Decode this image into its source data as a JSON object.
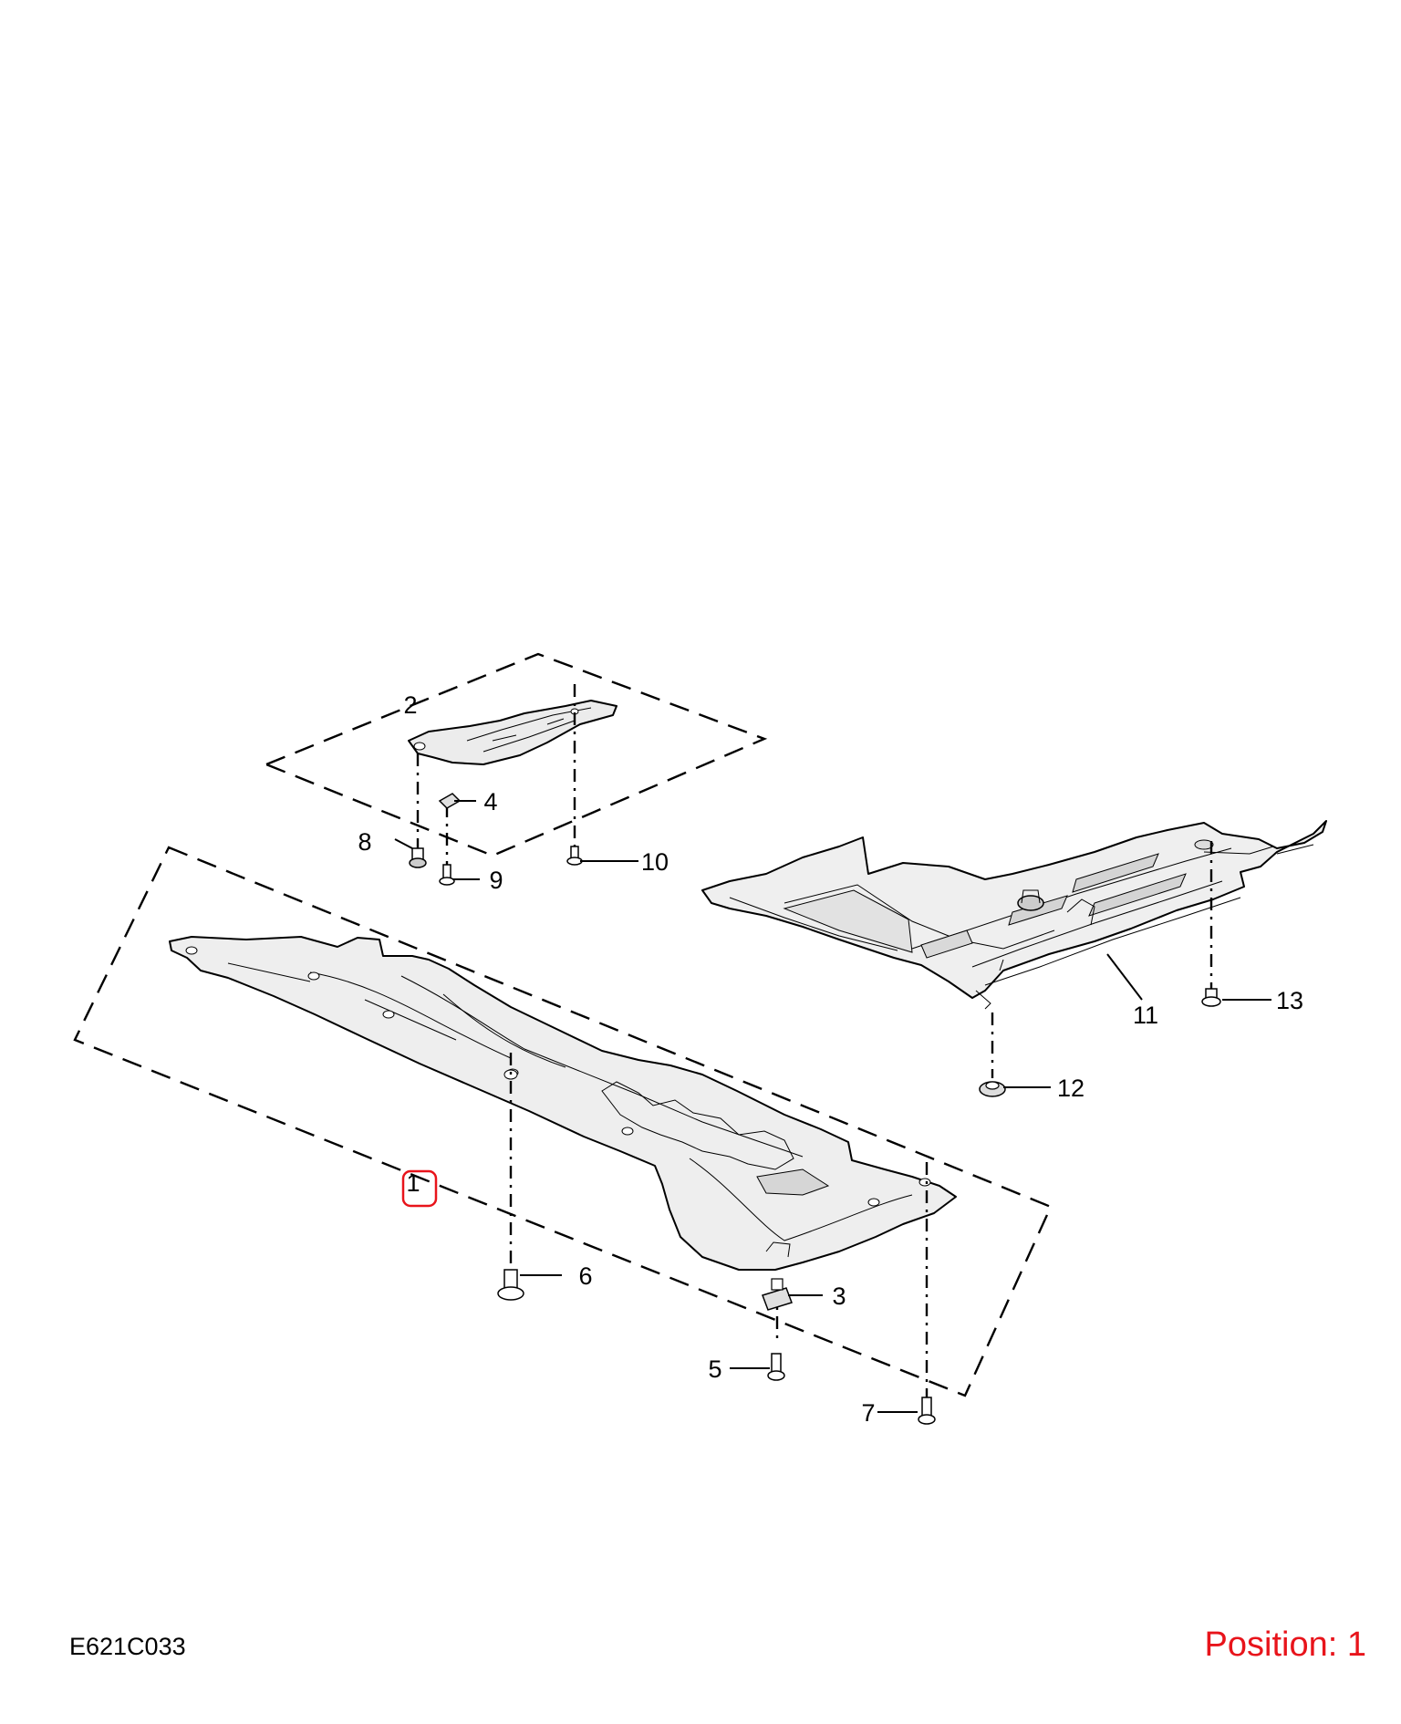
{
  "diagram": {
    "code": "E621C033",
    "position_label": "Position: 1",
    "highlight_color": "#e8141b",
    "callouts": {
      "c1": "1",
      "c2": "2",
      "c3": "3",
      "c4": "4",
      "c5": "5",
      "c6": "6",
      "c7": "7",
      "c8": "8",
      "c9": "9",
      "c10": "10",
      "c11": "11",
      "c12": "12",
      "c13": "13"
    }
  }
}
